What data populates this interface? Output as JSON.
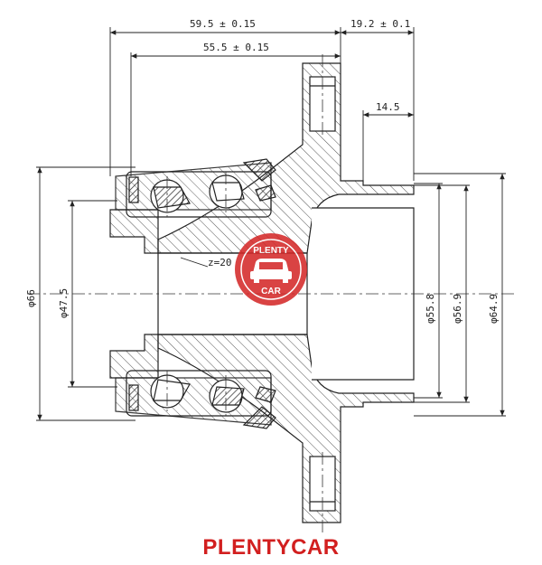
{
  "dimensions": {
    "overall_length": "59.5 ± 0.15",
    "inner_length": "55.5 ± 0.15",
    "flange_offset": "19.2 ± 0.1",
    "pilot_length": "14.5",
    "spline_label": "z=20",
    "dia_outer": "φ66",
    "dia_bore": "φ47.5",
    "dia_pilot_small": "φ55.8",
    "dia_pilot_mid": "φ56.9",
    "dia_pilot_large": "φ64.9"
  },
  "watermark": {
    "top_text": "PLENTY",
    "bottom_text": "CAR",
    "color": "#d42a2a"
  },
  "brand": {
    "name": "PLENTYCAR",
    "color": "#d21f1f"
  }
}
